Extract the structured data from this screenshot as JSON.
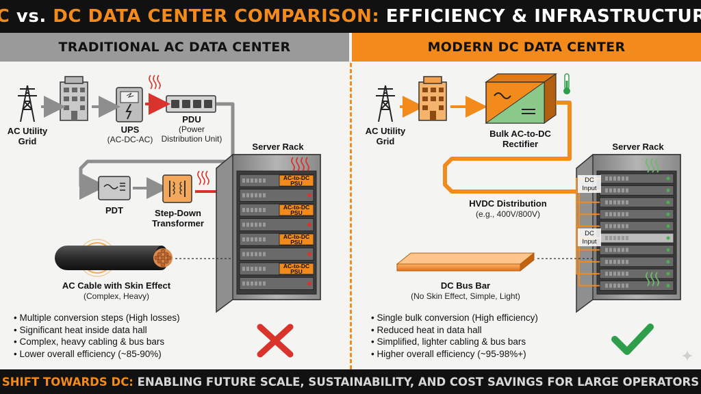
{
  "title": {
    "part1": "AC",
    "part2": " vs. ",
    "part3": "DC DATA CENTER COMPARISON:",
    "part4": " EFFICIENCY & INFRASTRUCTURE"
  },
  "left": {
    "header": "TRADITIONAL AC DATA CENTER",
    "grid": "AC Utility\nGrid",
    "ups": "UPS",
    "ups_sub": "(AC-DC-AC)",
    "pdu": "PDU",
    "pdu_sub": "(Power\nDistribution Unit)",
    "pdt": "PDT",
    "transformer": "Step-Down\nTransformer",
    "rack": "Server Rack",
    "psu": "AC-to-DC\nPSU",
    "cable": "AC Cable with Skin Effect",
    "cable_sub": "(Complex, Heavy)",
    "bullets": [
      "Multiple conversion steps (High losses)",
      "Significant heat inside data hall",
      "Complex, heavy cabling & bus bars",
      "Lower overall efficiency (~85-90%)"
    ],
    "verdict": "cross-icon"
  },
  "right": {
    "header": "MODERN DC DATA CENTER",
    "grid": "AC Utility\nGrid",
    "rectifier": "Bulk AC-to-DC\nRectifier",
    "hvdc": "HVDC Distribution",
    "hvdc_sub": "(e.g., 400V/800V)",
    "rack": "Server Rack",
    "dc_input": "DC\nInput",
    "busbar": "DC Bus Bar",
    "busbar_sub": "(No Skin Effect, Simple, Light)",
    "bullets": [
      "Single bulk conversion (High efficiency)",
      "Reduced heat in data hall",
      "Simplified, lighter cabling & bus bars",
      "Higher overall efficiency (~95-98%+)"
    ],
    "verdict": "check-icon"
  },
  "footer": {
    "highlight": "SHIFT TOWARDS DC:",
    "rest": " ENABLING FUTURE SCALE, SUSTAINABILITY, AND COST SAVINGS FOR LARGE OPERATORS"
  },
  "colors": {
    "orange": "#f28a1c",
    "gray": "#9a9a9a",
    "red": "#d9342b",
    "green": "#2e9e4a"
  }
}
